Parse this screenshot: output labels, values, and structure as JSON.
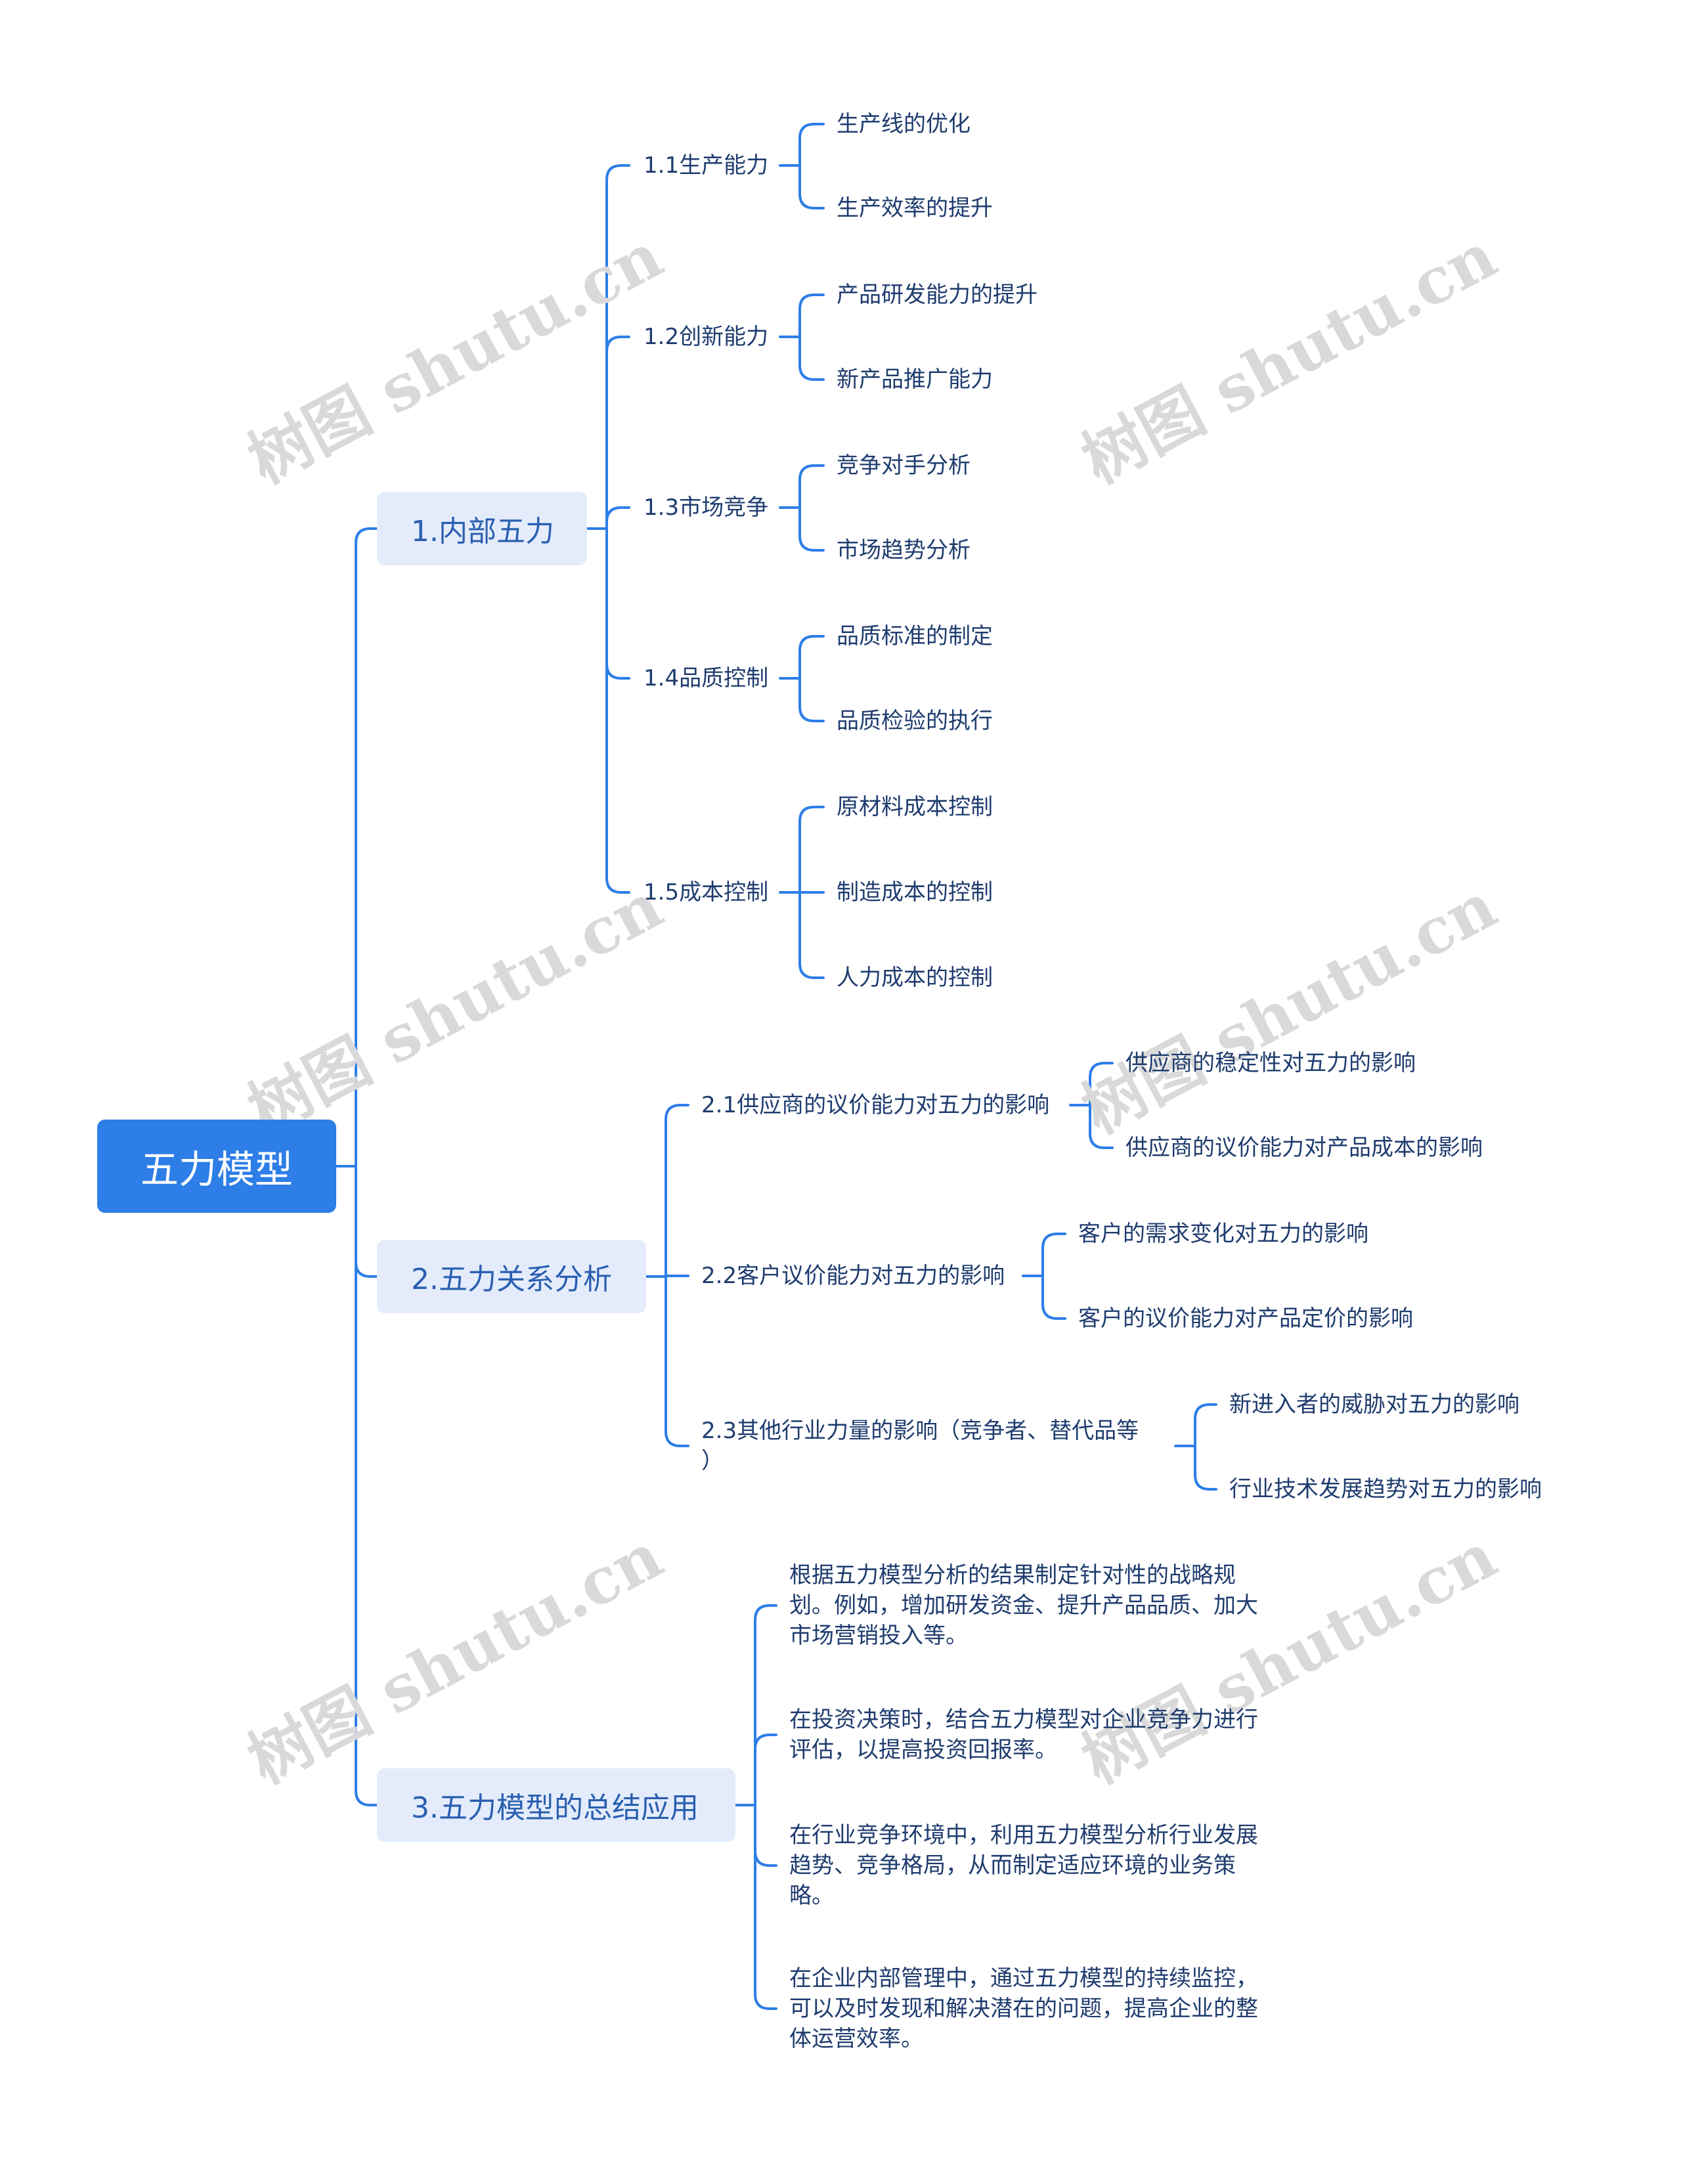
{
  "watermark": "树图 shutu.cn",
  "colors": {
    "line": "#2d7ee7",
    "root_bg": "#2d7ee7",
    "branch_bg": "#e4ecfb",
    "branch_text": "#2a5fb0"
  },
  "root": {
    "label": "五力模型"
  },
  "b1": {
    "label": "1.内部五力",
    "s1": {
      "label": "1.1生产能力",
      "l1": "生产线的优化",
      "l2": "生产效率的提升"
    },
    "s2": {
      "label": "1.2创新能力",
      "l1": "产品研发能力的提升",
      "l2": "新产品推广能力"
    },
    "s3": {
      "label": "1.3市场竞争",
      "l1": "竞争对手分析",
      "l2": "市场趋势分析"
    },
    "s4": {
      "label": "1.4品质控制",
      "l1": "品质标准的制定",
      "l2": "品质检验的执行"
    },
    "s5": {
      "label": "1.5成本控制",
      "l1": "原材料成本控制",
      "l2": "制造成本的控制",
      "l3": "人力成本的控制"
    }
  },
  "b2": {
    "label": "2.五力关系分析",
    "s1": {
      "label": "2.1供应商的议价能力对五力的影响",
      "l1": "供应商的稳定性对五力的影响",
      "l2": "供应商的议价能力对产品成本的影响"
    },
    "s2": {
      "label": "2.2客户议价能力对五力的影响",
      "l1": "客户的需求变化对五力的影响",
      "l2": "客户的议价能力对产品定价的影响"
    },
    "s3": {
      "label_line1": "2.3其他行业力量的影响（竞争者、替代品等",
      "label_line2": "）",
      "l1": "新进入者的威胁对五力的影响",
      "l2": "行业技术发展趋势对五力的影响"
    }
  },
  "b3": {
    "label": "3.五力模型的总结应用",
    "p1": "根据五力模型分析的结果制定针对性的战略规划。例如，增加研发资金、提升产品品质、加大市场营销投入等。",
    "p2": "在投资决策时，结合五力模型对企业竞争力进行评估，以提高投资回报率。",
    "p3": "在行业竞争环境中，利用五力模型分析行业发展趋势、竞争格局，从而制定适应环境的业务策略。",
    "p4": "在企业内部管理中，通过五力模型的持续监控，可以及时发现和解决潜在的问题，提高企业的整体运营效率。"
  }
}
